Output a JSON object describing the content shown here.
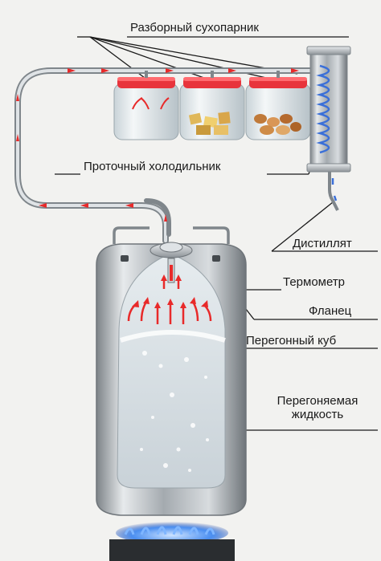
{
  "labels": {
    "dry_steamer": "Разборный сухопарник",
    "flow_cooler": "Проточный холодильник",
    "distillate": "Дистиллят",
    "thermometer": "Термометр",
    "flange": "Фланец",
    "still": "Перегонный куб",
    "liquid_line1": "Перегоняемая",
    "liquid_line2": "жидкость"
  },
  "colors": {
    "background": "#f2f2f0",
    "steel": "#b8bcc0",
    "lid_red": "#e8343c",
    "arrow_red": "#e82a2a",
    "coil_blue": "#3a6fd8",
    "flame_blue": "#4a8ef0",
    "leader": "#1a1a1a"
  },
  "icons": [
    "steam-arrow",
    "flame-icon",
    "thermometer-icon"
  ]
}
